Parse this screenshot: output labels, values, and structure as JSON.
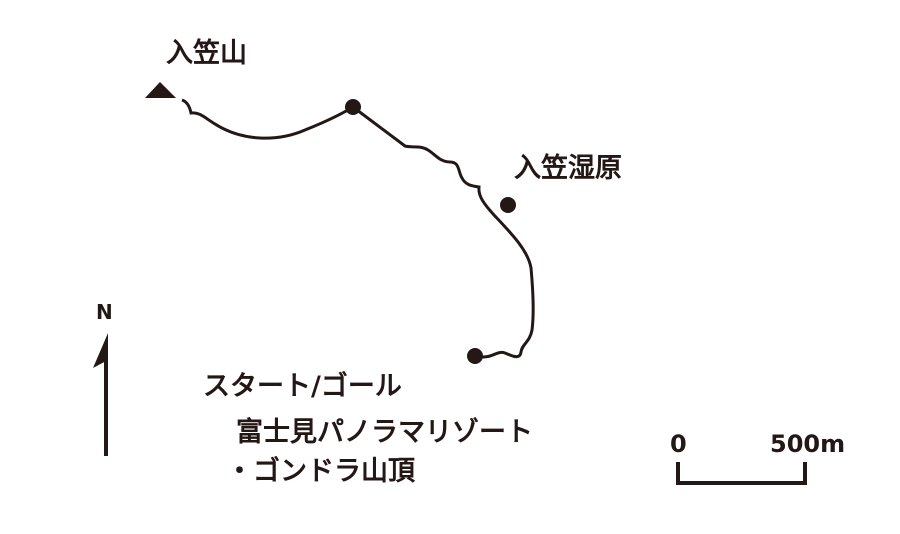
{
  "places": {
    "summit": "入笠山",
    "marsh": "入笠湿原",
    "start_goal": "スタート/ゴール",
    "start_line2": "富士見パノラマリゾート",
    "start_line3": "・ゴンドラ山頂"
  },
  "compass": {
    "label": "N"
  },
  "scale": {
    "zero": "0",
    "distance": "500m"
  },
  "colors": {
    "ink": "#231815"
  }
}
